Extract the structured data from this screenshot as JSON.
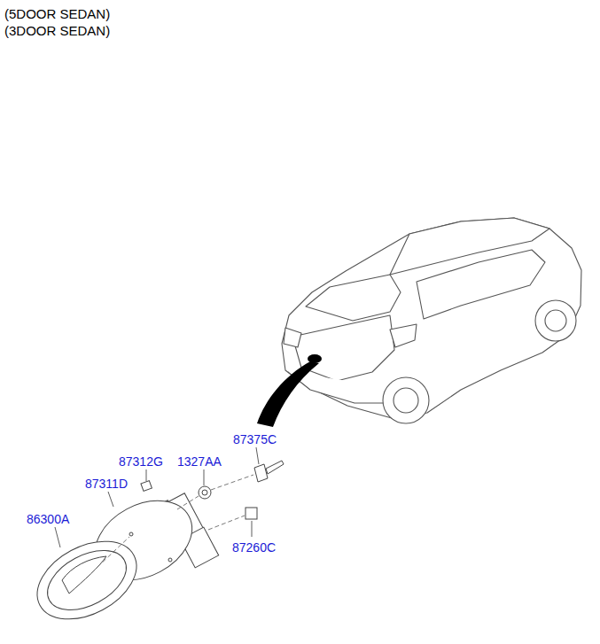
{
  "diagram": {
    "labels": [
      "(5DOOR SEDAN)",
      "(3DOOR SEDAN)",
      "87375C",
      "87312G",
      "1327AA",
      "87311D",
      "86300A",
      "87260C"
    ]
  }
}
